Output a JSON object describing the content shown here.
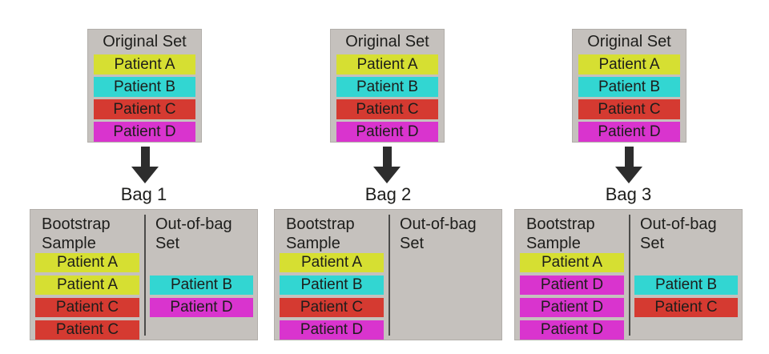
{
  "colors": {
    "canvas": "#ffffff",
    "box": "#c5c1bd",
    "box_border": "#b2aeaa",
    "divider": "#4b4b49",
    "arrow": "#2d2d2d",
    "text": "#1d1d1b",
    "patient_a": "#d6df32",
    "patient_b": "#32d6d2",
    "patient_c": "#d53a31",
    "patient_d": "#d934ce"
  },
  "columns": [
    {
      "original": {
        "title": "Original Set",
        "items": [
          {
            "label": "Patient A",
            "color": "#d6df32"
          },
          {
            "label": "Patient B",
            "color": "#32d6d2"
          },
          {
            "label": "Patient C",
            "color": "#d53a31"
          },
          {
            "label": "Patient D",
            "color": "#d934ce"
          }
        ]
      },
      "bag_label": "Bag 1",
      "bag": {
        "bootstrap_title": "Bootstrap Sample",
        "bootstrap_items": [
          {
            "label": "Patient A",
            "color": "#d6df32"
          },
          {
            "label": "Patient A",
            "color": "#d6df32"
          },
          {
            "label": "Patient C",
            "color": "#d53a31"
          },
          {
            "label": "Patient C",
            "color": "#d53a31"
          }
        ],
        "oob_title": "Out-of-bag Set",
        "oob_items": [
          {
            "label": "Patient B",
            "color": "#32d6d2"
          },
          {
            "label": "Patient D",
            "color": "#d934ce"
          }
        ]
      }
    },
    {
      "original": {
        "title": "Original Set",
        "items": [
          {
            "label": "Patient A",
            "color": "#d6df32"
          },
          {
            "label": "Patient B",
            "color": "#32d6d2"
          },
          {
            "label": "Patient C",
            "color": "#d53a31"
          },
          {
            "label": "Patient D",
            "color": "#d934ce"
          }
        ]
      },
      "bag_label": "Bag 2",
      "bag": {
        "bootstrap_title": "Bootstrap Sample",
        "bootstrap_items": [
          {
            "label": "Patient A",
            "color": "#d6df32"
          },
          {
            "label": "Patient B",
            "color": "#32d6d2"
          },
          {
            "label": "Patient C",
            "color": "#d53a31"
          },
          {
            "label": "Patient D",
            "color": "#d934ce"
          }
        ],
        "oob_title": "Out-of-bag Set",
        "oob_items": []
      }
    },
    {
      "original": {
        "title": "Original Set",
        "items": [
          {
            "label": "Patient A",
            "color": "#d6df32"
          },
          {
            "label": "Patient B",
            "color": "#32d6d2"
          },
          {
            "label": "Patient C",
            "color": "#d53a31"
          },
          {
            "label": "Patient D",
            "color": "#d934ce"
          }
        ]
      },
      "bag_label": "Bag 3",
      "bag": {
        "bootstrap_title": "Bootstrap Sample",
        "bootstrap_items": [
          {
            "label": "Patient A",
            "color": "#d6df32"
          },
          {
            "label": "Patient D",
            "color": "#d934ce"
          },
          {
            "label": "Patient D",
            "color": "#d934ce"
          },
          {
            "label": "Patient D",
            "color": "#d934ce"
          }
        ],
        "oob_title": "Out-of-bag Set",
        "oob_items": [
          {
            "label": "Patient B",
            "color": "#32d6d2"
          },
          {
            "label": "Patient C",
            "color": "#d53a31"
          }
        ]
      }
    }
  ]
}
